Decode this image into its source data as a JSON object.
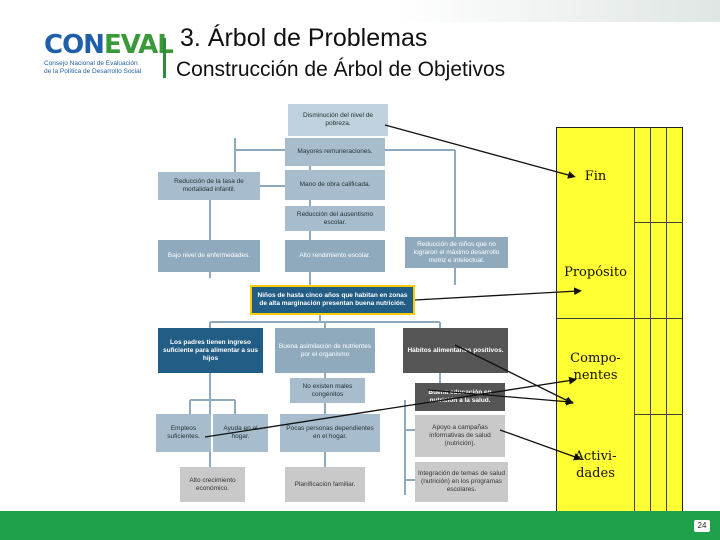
{
  "header": {
    "title": "3. Árbol de Problemas",
    "subtitle": "Construcción de Árbol de Objetivos"
  },
  "logo": {
    "word_part1": "CON",
    "word_part2": "EVAL",
    "sub_line1": "Consejo Nacional de Evaluación",
    "sub_line2": "de la Política de Desarrollo Social"
  },
  "tree": {
    "fin_boxes": [
      "Disminución del nivel de pobreza.",
      "Mayores remuneraciones.",
      "Reducción de la tasa de mortalidad infantil.",
      "Mano de obra calificada.",
      "Reducción del ausentismo escolar.",
      "Bajo nivel de enfermedades.",
      "Alto rendimiento escolar.",
      "Reducción de niños que no lograron el máximo desarrollo motriz e intelectual."
    ],
    "purpose_box": "Niños de hasta cinco años que habitan en zonas de alta marginación presentan buena nutrición.",
    "component_boxes": [
      "Los padres tienen ingreso suficiente para alimentar a sus hijos",
      "Buena asimilación de nutrientes por el organismo",
      "Hábitos alimentarios positivos.",
      "No existen males congénitos",
      "Buena educación en nutrición a la salud."
    ],
    "activity_boxes": [
      "Empleos suficientes.",
      "Ayuda en el hogar.",
      "Pocas personas dependientes en el hogar.",
      "Apoyo a campañas informativas de salud (nutrición).",
      "Alto crecimiento económico.",
      "Planificación familiar.",
      "Integración de temas de salud (nutrición) en los programas escolares."
    ]
  },
  "matrix": {
    "rows": [
      "Fin",
      "Propósito",
      "Compo-\nnentes",
      "Activi-\ndades"
    ]
  },
  "colors": {
    "matrix_fill": "#ffff33",
    "footer": "#1fa14c",
    "dark_box": "#225d86",
    "accent_bar": "#2e8b3c"
  },
  "footer": {
    "page_number": "24"
  }
}
